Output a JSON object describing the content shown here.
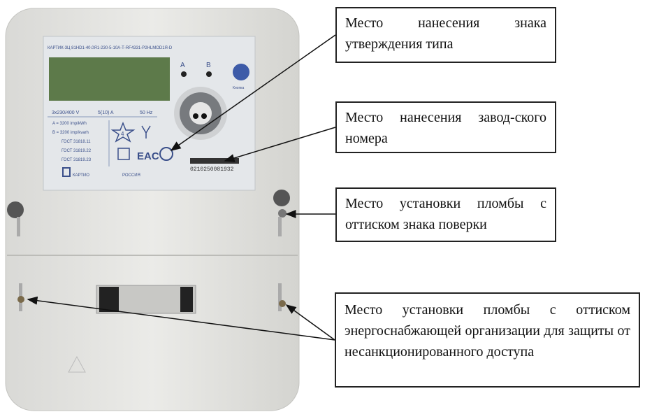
{
  "meter": {
    "model": "КАРТИК-3Ц 81HD1-40.0Я1-230-5-10А-Т-RF4331-P2HLMOD1Я-D",
    "button_a": "A",
    "button_b": "B",
    "button_label": "Кнопка",
    "voltage": "3x230/400 V",
    "current": "5(10) A",
    "frequency": "50 Hz",
    "const_a": "A = 3200 imp/kWh",
    "const_b": "B = 3200 imp/kvarh",
    "gost_1": "ГОСТ 31818.11",
    "gost_2": "ГОСТ 31819.22",
    "gost_3": "ГОСТ 31819.23",
    "class_mark": "4",
    "eac": "EAC",
    "serial": "0210250081932",
    "brand": "КАРТИО",
    "country": "РОССИЯ"
  },
  "callouts": [
    {
      "text": "Место нанесения знака утверждения типа"
    },
    {
      "text": "Место нанесения завод-ского номера"
    },
    {
      "text": "Место установки пломбы с оттиском знака поверки"
    },
    {
      "text": "Место установки пломбы с оттиском энергоснабжающей организации для защиты от несанкционированного доступа"
    }
  ]
}
